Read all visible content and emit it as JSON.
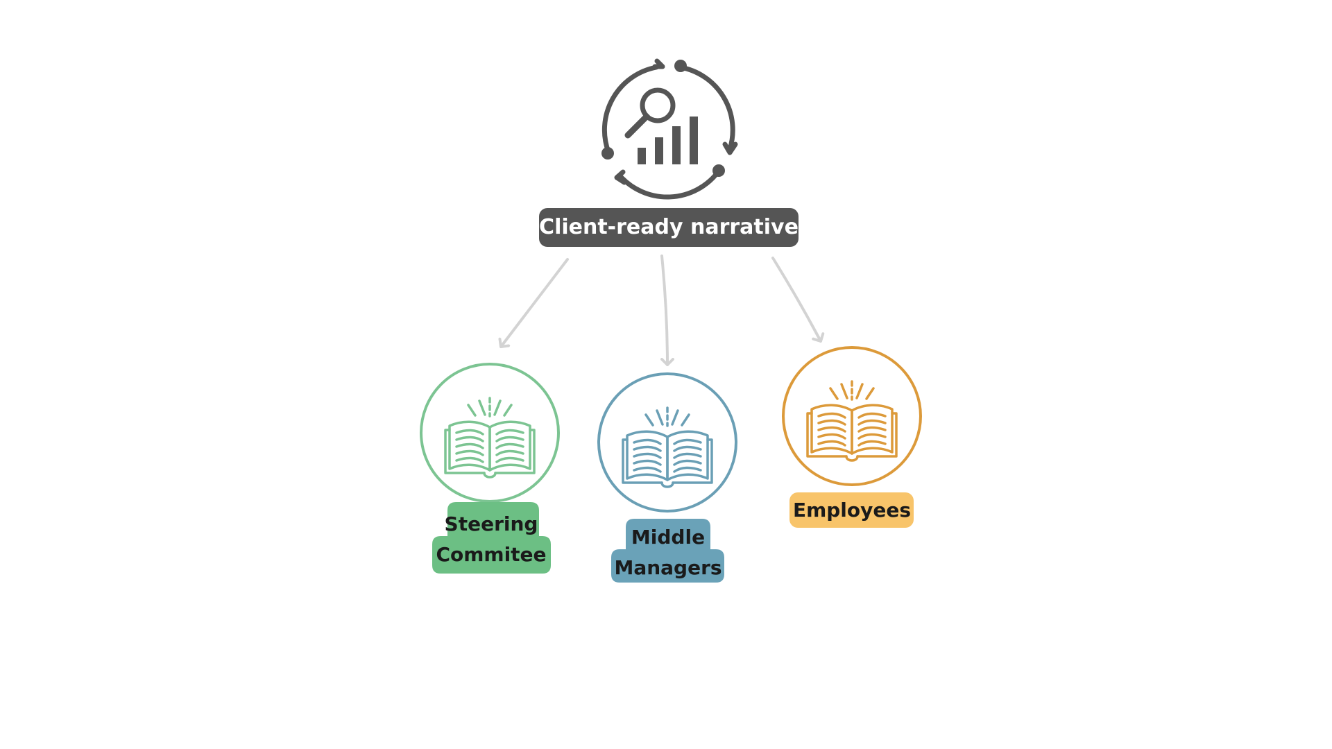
{
  "root": {
    "label": "Client-ready narrative",
    "icon": "analytics-cycle-icon",
    "label_bg": "#555555",
    "label_color": "#ffffff",
    "icon_color": "#555555"
  },
  "arrow_color": "#d3d3d3",
  "audiences": [
    {
      "line1": "Steering",
      "line2": "Commitee",
      "icon": "open-book-icon",
      "color": "#6cbf84",
      "stroke": "#7cc492"
    },
    {
      "line1": "Middle",
      "line2": "Managers",
      "icon": "open-book-icon",
      "color": "#6aa2b8",
      "stroke": "#6a9fb5"
    },
    {
      "line1": "Employees",
      "line2": "",
      "icon": "open-book-icon",
      "color": "#f8c46a",
      "stroke": "#dc9a3a"
    }
  ]
}
